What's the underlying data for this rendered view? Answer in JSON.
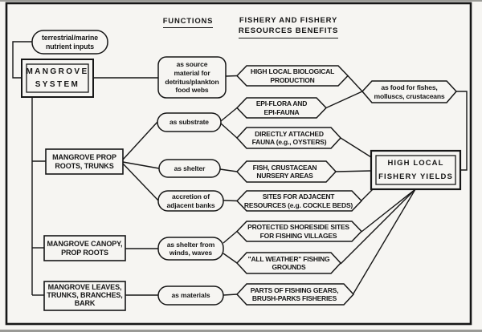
{
  "colors": {
    "ink": "#1a1a1a",
    "paper": "#f6f5f2"
  },
  "headers": {
    "functions": "FUNCTIONS",
    "benefits_line1": "FISHERY AND FISHERY",
    "benefits_line2": "RESOURCES BENEFITS"
  },
  "sources": {
    "nutrient_inputs": "terrestrial/marine\nnutrient inputs",
    "mangrove_system": "MANGROVE\nSYSTEM",
    "prop_roots": "MANGROVE PROP\nROOTS, TRUNKS",
    "canopy": "MANGROVE CANOPY,\nPROP ROOTS",
    "leaves": "MANGROVE LEAVES,\nTRUNKS, BRANCHES,\nBARK"
  },
  "functions": {
    "source_material": "as source\nmaterial for\ndetritus/plankton\nfood webs",
    "substrate": "as substrate",
    "shelter": "as shelter",
    "accretion": "accretion of\nadjacent banks",
    "shelter_winds": "as shelter from\nwinds, waves",
    "materials": "as materials"
  },
  "benefits": {
    "bio_production": "HIGH LOCAL BIOLOGICAL\nPRODUCTION",
    "food_for_fishes": "as food for fishes,\nmolluscs, crustaceans",
    "epi_flora_fauna": "EPI-FLORA AND\nEPI-FAUNA",
    "attached_fauna": "DIRECTLY ATTACHED\nFAUNA (e.g., OYSTERS)",
    "nursery_areas": "FISH, CRUSTACEAN\nNURSERY AREAS",
    "adjacent_resources": "SITES FOR ADJACENT\nRESOURCES (e.g. COCKLE BEDS)",
    "shoreside_sites": "PROTECTED SHORESIDE SITES\nFOR FISHING VILLAGES",
    "all_weather": "\"ALL WEATHER\" FISHING\nGROUNDS",
    "fishing_gears": "PARTS OF FISHING GEARS,\nBRUSH-PARKS FISHERIES"
  },
  "outcome": {
    "fishery_yields": "HIGH LOCAL\nFISHERY YIELDS"
  }
}
